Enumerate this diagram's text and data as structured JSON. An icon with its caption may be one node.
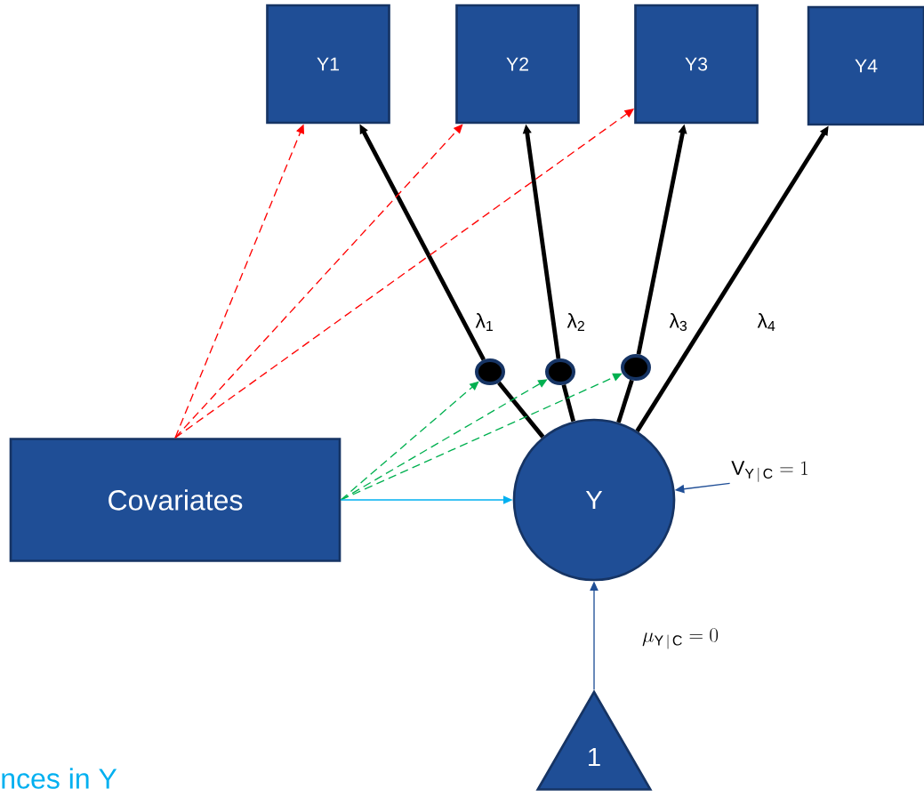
{
  "diagram": {
    "nodes": [
      {
        "text": [
          "Y1"
        ]
      },
      {
        "text": [
          "Y2"
        ]
      },
      {
        "text": [
          "Y3"
        ]
      },
      {
        "text": [
          "Y4"
        ]
      },
      {
        "text": [
          "Covariates"
        ]
      },
      {
        "text": [
          "Y"
        ]
      },
      {
        "text": [
          "1"
        ]
      },
      {
        "text": [],
        "shape": "circle"
      },
      {
        "text": [],
        "shape": "circle"
      },
      {
        "text": [],
        "shape": "circle"
      },
      {
        "text": [
          "\\mathrm{V}_{\\mathrm{Y}\\,|\\,\\mathrm{C}} = 1"
        ]
      }
    ],
    "edges": [
      {
        "from": 5,
        "to": 7,
        "arrow": "none",
        "style": "thick"
      },
      {
        "from": 7,
        "to": 0,
        "arrow": "to",
        "style": "thick",
        "label": "λ$_{1}$"
      },
      {
        "from": 5,
        "to": 8,
        "arrow": "none",
        "style": "thick"
      },
      {
        "from": 8,
        "to": 1,
        "arrow": "to",
        "style": "thick",
        "label": "λ$_{2}$"
      },
      {
        "from": 5,
        "to": 9,
        "arrow": "none",
        "style": "thick"
      },
      {
        "from": 9,
        "to": 2,
        "arrow": "to",
        "style": "thick",
        "label": "λ$_{3}$"
      },
      {
        "from": 5,
        "to": 3,
        "arrow": "to",
        "style": "thick",
        "label": "λ$_{4}$"
      },
      {
        "from": 4,
        "to": 0,
        "arrow": "to",
        "style": "dashed",
        "color": "#ff0000"
      },
      {
        "from": 4,
        "to": 1,
        "arrow": "to",
        "style": "dashed",
        "color": "#ff0000"
      },
      {
        "from": 4,
        "to": 2,
        "arrow": "to",
        "style": "dashed",
        "color": "#ff0000"
      },
      {
        "from": 4,
        "to": 7,
        "arrow": "to",
        "style": "dashed",
        "color": "#00b050"
      },
      {
        "from": 4,
        "to": 8,
        "arrow": "to",
        "style": "dashed",
        "color": "#00b050"
      },
      {
        "from": 4,
        "to": 9,
        "arrow": "to",
        "style": "dashed",
        "color": "#00b050"
      },
      {
        "from": 4,
        "to": 5,
        "arrow": "to",
        "color": "#00b0f0"
      },
      {
        "from": 6,
        "to": 5,
        "arrow": "to",
        "color": "#1f4e96",
        "label": "\\mu_{\\mathrm{Y}\\,|\\,\\mathrm{C}} = 0"
      },
      {
        "from": 10,
        "to": 5,
        "arrow": "to",
        "color": "#1f4e96"
      }
    ],
    "labels": [
      "nces in Y"
    ]
  }
}
